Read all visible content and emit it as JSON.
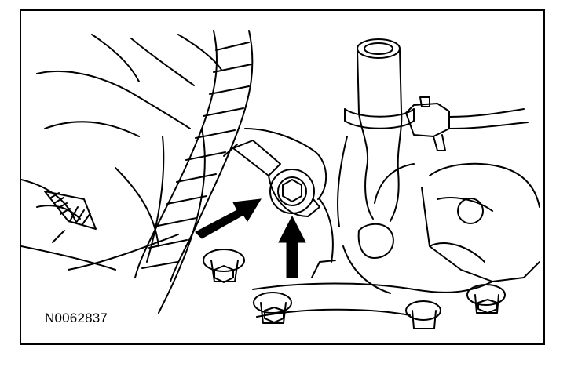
{
  "figure": {
    "id_label": "N0062837",
    "style": "black line-art technical illustration",
    "callouts": [
      {
        "name": "arrow-left-to-bolt",
        "icon": "arrow-icon",
        "color": "#000000"
      },
      {
        "name": "arrow-up-to-bolt",
        "icon": "arrow-icon",
        "color": "#000000"
      }
    ]
  },
  "colors": {
    "line": "#000000",
    "background": "#ffffff"
  }
}
